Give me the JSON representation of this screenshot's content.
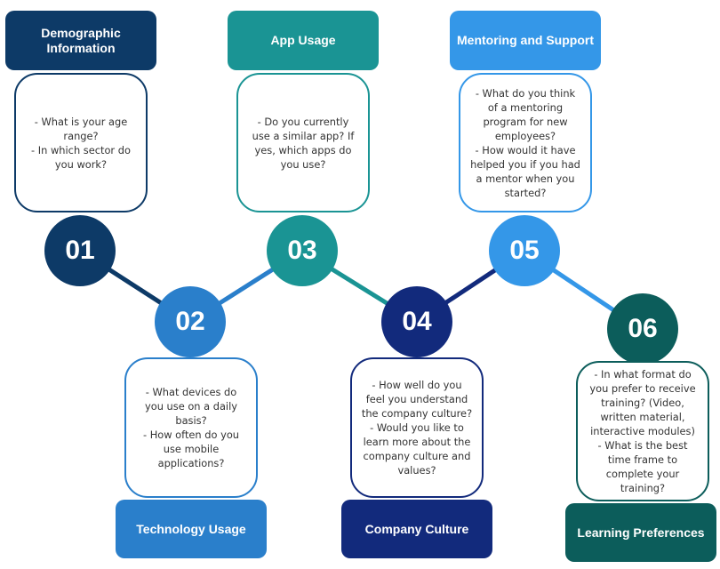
{
  "colors": {
    "step1": "#0d3a67",
    "step2": "#2a7fcb",
    "step3": "#1a9494",
    "step4": "#122a7c",
    "step5": "#3497e8",
    "step6": "#0c5d5b"
  },
  "steps": [
    {
      "number": "01",
      "title_lines": [
        "Demographic",
        "Information"
      ],
      "questions": [
        "- What is your age range?",
        "- In which sector do you work?"
      ]
    },
    {
      "number": "02",
      "title_lines": [
        "Technology Usage"
      ],
      "questions": [
        "- What devices do you use on a daily basis?",
        "- How often do you use mobile applications?"
      ]
    },
    {
      "number": "03",
      "title_lines": [
        "App Usage"
      ],
      "questions": [
        "- Do you currently use a similar app? If yes, which apps do you use?"
      ]
    },
    {
      "number": "04",
      "title_lines": [
        "Company Culture"
      ],
      "questions": [
        "- How well do you feel you understand the company culture?",
        "- Would you like to learn more about the company culture and values?"
      ]
    },
    {
      "number": "05",
      "title_lines": [
        "Mentoring and Support"
      ],
      "questions": [
        "- What do you think of a mentoring program for new employees?",
        "- How would it have helped you if you had a mentor when you started?"
      ]
    },
    {
      "number": "06",
      "title_lines": [
        "Learning Preferences"
      ],
      "questions": [
        "- In what format do you prefer to receive training? (Video, written material, interactive modules)",
        "- What is the best time frame to complete your training?"
      ]
    }
  ]
}
